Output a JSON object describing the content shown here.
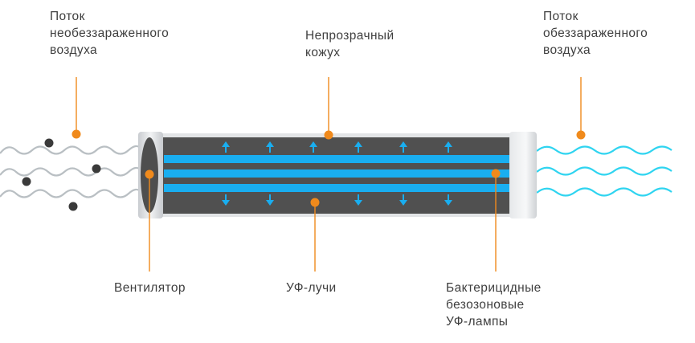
{
  "labels": {
    "unclean_air": "Поток\nнеобеззараженного\nвоздуха",
    "opaque_casing": "Непрозрачный\nкожух",
    "clean_air": "Поток\nобеззараженного\nвоздуха",
    "fan": "Вентилятор",
    "uv_rays": "УФ-лучи",
    "lamps": "Бактерицидные\nбезозоновые\nУФ-лампы"
  },
  "colors": {
    "text": "#3f3f3f",
    "callout": "#f08a1c",
    "dirty_wave": "#b9bfc3",
    "clean_wave": "#2fd4f0",
    "casing": "#505050",
    "lamp": "#19aef0",
    "cap": "#dadde0",
    "particle": "#3a3a3a"
  },
  "icons": [
    "fan-icon",
    "particle-icon",
    "uv-arrow-icon",
    "uv-lamp-icon"
  ]
}
